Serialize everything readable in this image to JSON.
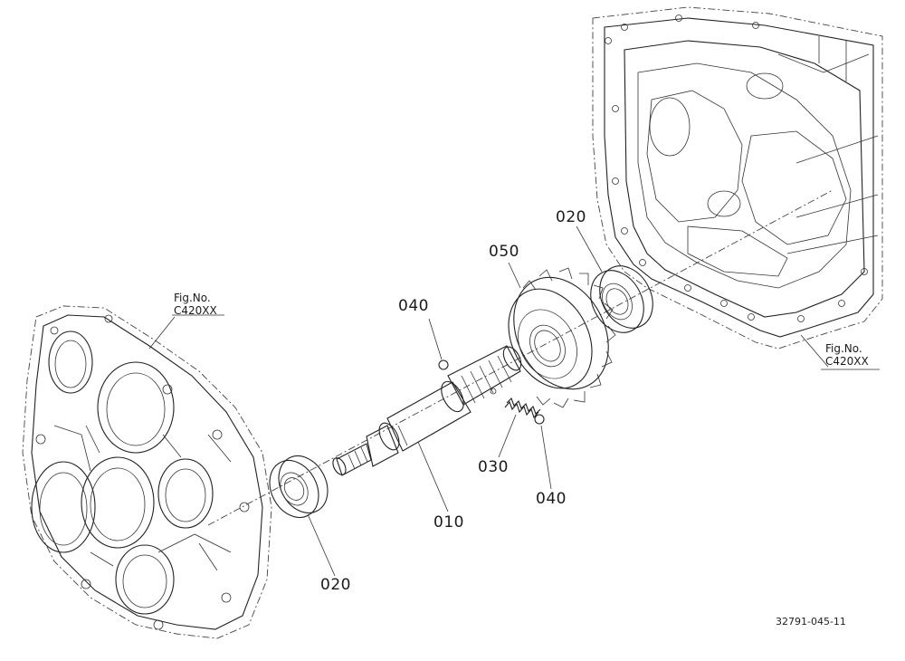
{
  "diagram": {
    "callouts": [
      {
        "id": "p040a",
        "text": "040"
      },
      {
        "id": "p050",
        "text": "050"
      },
      {
        "id": "p020a",
        "text": "020"
      },
      {
        "id": "p030",
        "text": "030"
      },
      {
        "id": "p040b",
        "text": "040"
      },
      {
        "id": "p010",
        "text": "010"
      },
      {
        "id": "p020b",
        "text": "020"
      }
    ],
    "figref_left": {
      "line1": "Fig.No.",
      "line2": "C420XX"
    },
    "figref_right": {
      "line1": "Fig.No.",
      "line2": "C420XX"
    },
    "drawing_number": "32791-045-11"
  }
}
